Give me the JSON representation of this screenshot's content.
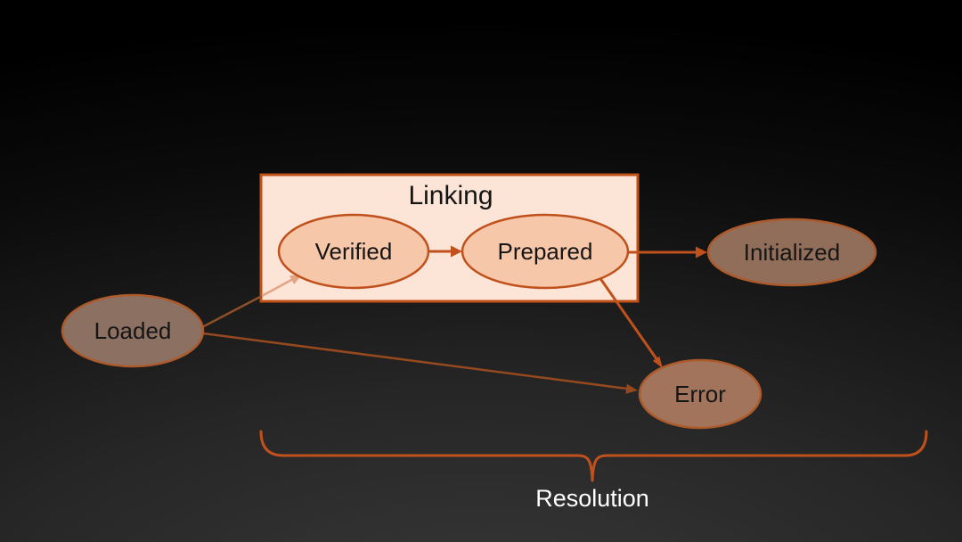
{
  "slide": {
    "group_box": {
      "title": "Linking"
    },
    "nodes": [
      {
        "id": "verified",
        "label": "Verified",
        "style": "light"
      },
      {
        "id": "prepared",
        "label": "Prepared",
        "style": "light"
      },
      {
        "id": "initialized",
        "label": "Initialized",
        "style": "dark"
      },
      {
        "id": "loaded",
        "label": "Loaded",
        "style": "dark"
      },
      {
        "id": "error",
        "label": "Error",
        "style": "dark"
      }
    ],
    "edges": [
      {
        "from": "Loaded",
        "to": "Verified"
      },
      {
        "from": "Verified",
        "to": "Prepared"
      },
      {
        "from": "Prepared",
        "to": "Initialized"
      },
      {
        "from": "Prepared",
        "to": "Error"
      },
      {
        "from": "Loaded",
        "to": "Error"
      }
    ],
    "brace_label": "Resolution",
    "colors": {
      "accent": "#c0511c",
      "box_fill": "#fce4d6",
      "box_border": "#bf5117",
      "light_node_fill": "#f6c7a9",
      "dark_node_fill": "#8c7062",
      "error_node_fill": "#a3745c",
      "initialized_node_fill": "#916e5a",
      "dark_node_border": "#ad5a2b",
      "arrow_bright": "#c0511c",
      "arrow_dim": "#8f4f28",
      "arrow_dim2": "#96491e",
      "arrow_pale": "#e2a585",
      "caption_color": "#ffffff",
      "label_color": "#151515"
    }
  }
}
